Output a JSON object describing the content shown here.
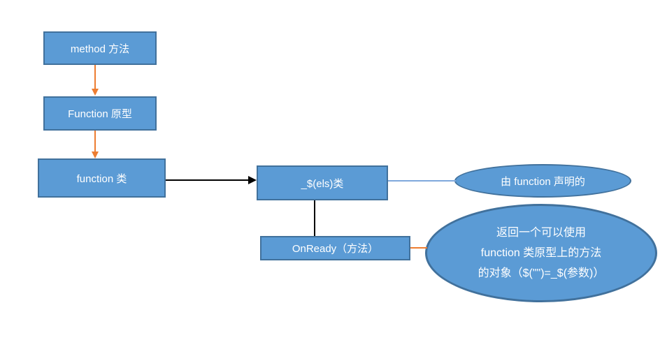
{
  "diagram": {
    "background": "#ffffff",
    "colors": {
      "background": "#ffffff",
      "node_fill": "#5B9BD5",
      "node_border": "#41719C",
      "arrow_orange": "#ED7D31",
      "arrow_black": "#000000",
      "connector_blue": "#7FA8DC",
      "text": "#FFFFFF"
    },
    "nodes": {
      "method_box": {
        "label": "method 方法"
      },
      "function_proto_box": {
        "label": "Function 原型"
      },
      "function_class_box": {
        "label": "function 类"
      },
      "els_class_box": {
        "label": "_$(els)类"
      },
      "onready_box": {
        "label": "OnReady（方法）"
      },
      "declared_ellipse": {
        "label": "由 function 声明的"
      },
      "return_ellipse": {
        "line1": "返回一个可以使用",
        "line2": "function 类原型上的方法",
        "line3": "的对象（$(\"\")=_$(参数)）"
      }
    }
  }
}
